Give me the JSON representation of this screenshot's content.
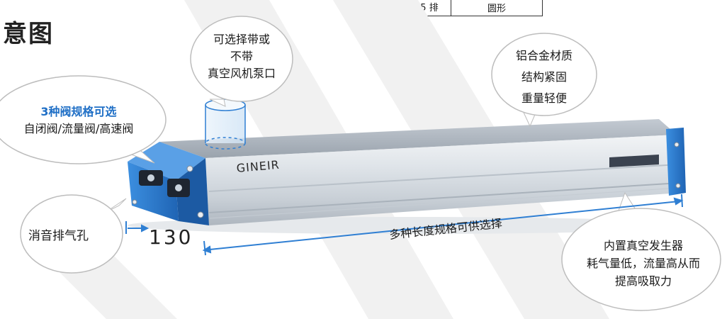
{
  "page": {
    "title": "意图"
  },
  "table_fragment": {
    "index": "5",
    "rows": "5 排",
    "shape": "圆形"
  },
  "product": {
    "brand": "GINEIR"
  },
  "callouts": {
    "pump_port": [
      "可选择带或",
      "不带",
      "真空风机泵口"
    ],
    "material": [
      "铝合金材质",
      "结构紧固",
      "重量轻便"
    ],
    "valve_highlight": "3种阀规格可选",
    "valve_types": "自闭阀/流量阀/高速阀",
    "exhaust": "消音排气孔",
    "generator": [
      "内置真空发生器",
      "耗气量低，流量高从而",
      "提高吸取力"
    ]
  },
  "dimensions": {
    "width": "130",
    "length_note": "多种长度规格可供选择"
  },
  "colors": {
    "accent_blue": "#2f7fd3",
    "highlight_text": "#1f6fc6",
    "body_silver": "#d7dde3"
  }
}
